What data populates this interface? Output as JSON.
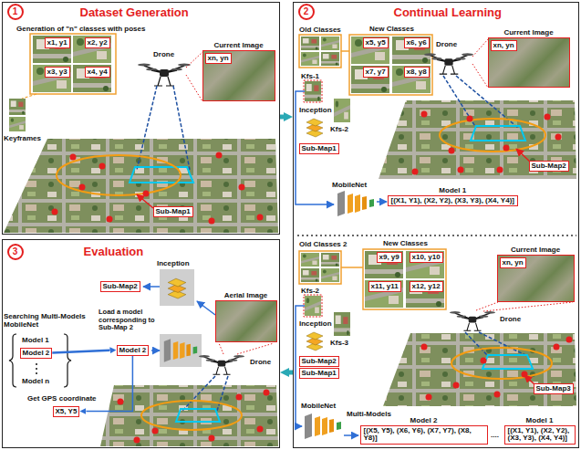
{
  "diagram": {
    "nodes": [
      {
        "text": [
          "Dataset Generation"
        ]
      },
      {
        "text": [
          "1"
        ],
        "in": 0
      },
      {
        "text": [
          "x1, y1"
        ],
        "in": 0
      },
      {
        "text": [
          "x2, y2"
        ],
        "in": 0
      },
      {
        "text": [
          "x3, y3"
        ],
        "in": 0
      },
      {
        "text": [
          "x4, y4"
        ],
        "in": 0
      },
      {
        "text": [
          "Current Image",
          "xn, yn"
        ],
        "in": 0
      },
      {
        "text": [
          "Sub-Map1"
        ],
        "in": 0
      },
      {
        "text": [
          "Continual Learning"
        ]
      },
      {
        "text": [
          "2"
        ],
        "in": 8
      },
      {
        "text": [
          "x5, y5"
        ],
        "in": 8
      },
      {
        "text": [
          "x6, y6"
        ],
        "in": 8
      },
      {
        "text": [
          "x7, y7"
        ],
        "in": 8
      },
      {
        "text": [
          "x8, y8"
        ],
        "in": 8
      },
      {
        "text": [
          "Current Image",
          "xn, yn"
        ],
        "in": 8
      },
      {
        "text": [
          "Sub-Map1"
        ],
        "in": 8
      },
      {
        "text": [
          "Sub-Map2"
        ],
        "in": 8
      },
      {
        "text": [
          "Model 1",
          "[(X1, Y1), (X2, Y2), (X3, Y3), (X4, Y4)]"
        ],
        "in": 8
      },
      {
        "text": [
          "x9, y9"
        ],
        "in": 8
      },
      {
        "text": [
          "x10, y10"
        ],
        "in": 8
      },
      {
        "text": [
          "x11, y11"
        ],
        "in": 8
      },
      {
        "text": [
          "x12, y12"
        ],
        "in": 8
      },
      {
        "text": [
          "Current Image",
          "xn, yn"
        ],
        "in": 8
      },
      {
        "text": [
          "Sub-Map2"
        ],
        "in": 8
      },
      {
        "text": [
          "Sub-Map1"
        ],
        "in": 8
      },
      {
        "text": [
          "Sub-Map3"
        ],
        "in": 8
      },
      {
        "text": [
          "Model 2",
          "[(X5, Y5), (X6, Y6), (X7, Y7), (X8, Y8)]"
        ],
        "in": 8
      },
      {
        "text": [
          "Model 1",
          "[(X1, Y1), (X2, Y2), (X3, Y3), (X4, Y4)]"
        ],
        "in": 8
      },
      {
        "text": [
          "Evaluation"
        ]
      },
      {
        "text": [
          "3"
        ],
        "in": 28
      },
      {
        "text": [
          "Sub-Map2"
        ],
        "in": 28
      },
      {
        "text": [
          "Aerial Image"
        ],
        "in": 28
      },
      {
        "text": [
          "Model 2"
        ],
        "in": 28
      },
      {
        "text": [
          "Model 2"
        ],
        "in": 28
      },
      {
        "text": [
          "X5, Y5"
        ],
        "in": 28
      }
    ],
    "edges": [
      {
        "from": 0,
        "to": 8,
        "arrow": "to"
      },
      {
        "from": 8,
        "to": 28,
        "arrow": "to"
      },
      {
        "from": 32,
        "to": 33,
        "label": "Load a model corresponding to Sub-Map 2",
        "arrow": "to"
      },
      {
        "from": 33,
        "to": 34,
        "arrow": "to"
      }
    ],
    "labels": [
      "Generation of \"n\" classes with poses",
      "Keyframes",
      "Drone",
      "Old Classes",
      "New Classes",
      "Drone",
      "Kfs-1",
      "Kfs-2",
      "Inception",
      "MobileNet",
      "Old Classes 2",
      "New Classes",
      "Drone",
      "Kfs-2",
      "Kfs-3",
      "Inception",
      "MobileNet",
      "Multi-Models",
      "....",
      "Inception",
      "Searching Multi-Models MobileNet",
      "Model 1",
      "Model n",
      "Get GPS coordinate",
      "Drone"
    ]
  }
}
